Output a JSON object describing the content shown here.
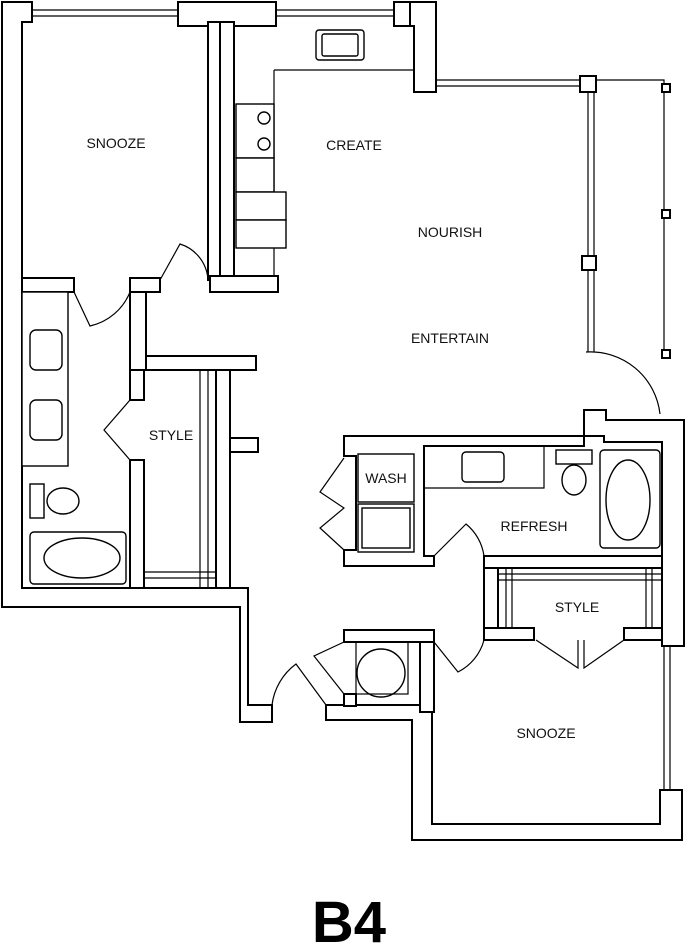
{
  "rooms": {
    "snooze_1": "SNOOZE",
    "create": "CREATE",
    "nourish": "NOURISH",
    "entertain": "ENTERTAIN",
    "style_1": "STYLE",
    "wash": "WASH",
    "refresh": "REFRESH",
    "style_2": "STYLE",
    "snooze_2": "SNOOZE"
  },
  "unit_name": "B4"
}
